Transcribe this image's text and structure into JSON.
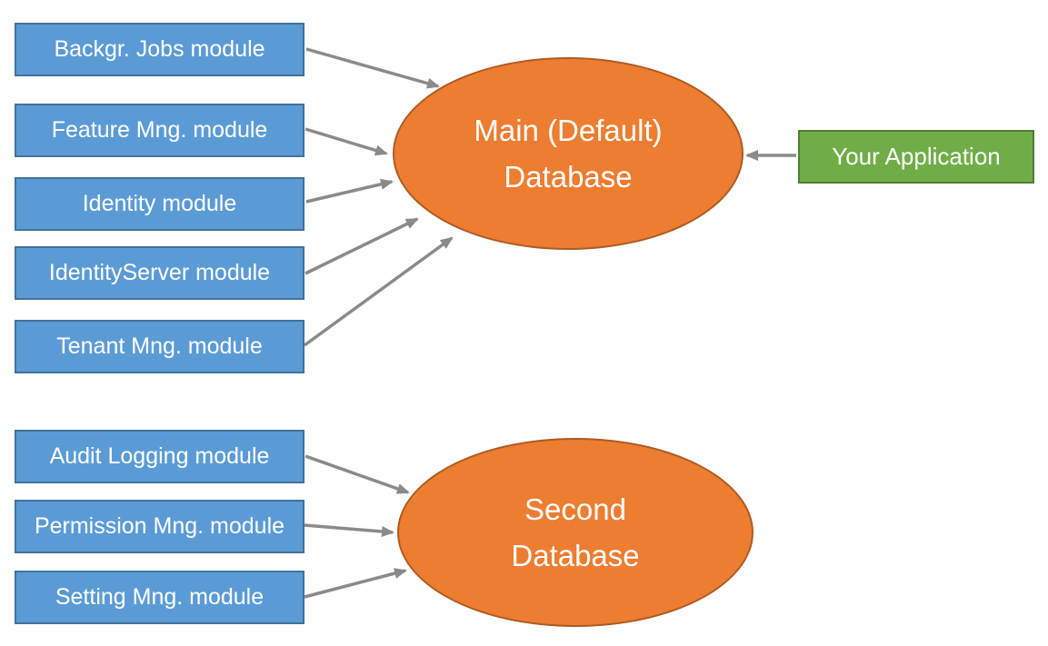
{
  "colors": {
    "module_fill": "#5B9BD5",
    "module_border": "#41719C",
    "database_fill": "#ED7D31",
    "database_border": "#AE5A21",
    "application_fill": "#70AD47",
    "application_border": "#507E32",
    "arrow": "#8A8A8A",
    "label_text": "#FFFFFF",
    "background": "#FFFFFF"
  },
  "main_group": {
    "modules": [
      {
        "label": "Backgr. Jobs module"
      },
      {
        "label": "Feature Mng. module"
      },
      {
        "label": "Identity module"
      },
      {
        "label": "IdentityServer module"
      },
      {
        "label": "Tenant Mng. module"
      }
    ],
    "database": {
      "line1": "Main (Default)",
      "line2": "Database"
    }
  },
  "second_group": {
    "modules": [
      {
        "label": "Audit Logging module"
      },
      {
        "label": "Permission Mng. module"
      },
      {
        "label": "Setting Mng. module"
      }
    ],
    "database": {
      "line1": "Second",
      "line2": "Database"
    }
  },
  "application": {
    "label": "Your Application"
  }
}
